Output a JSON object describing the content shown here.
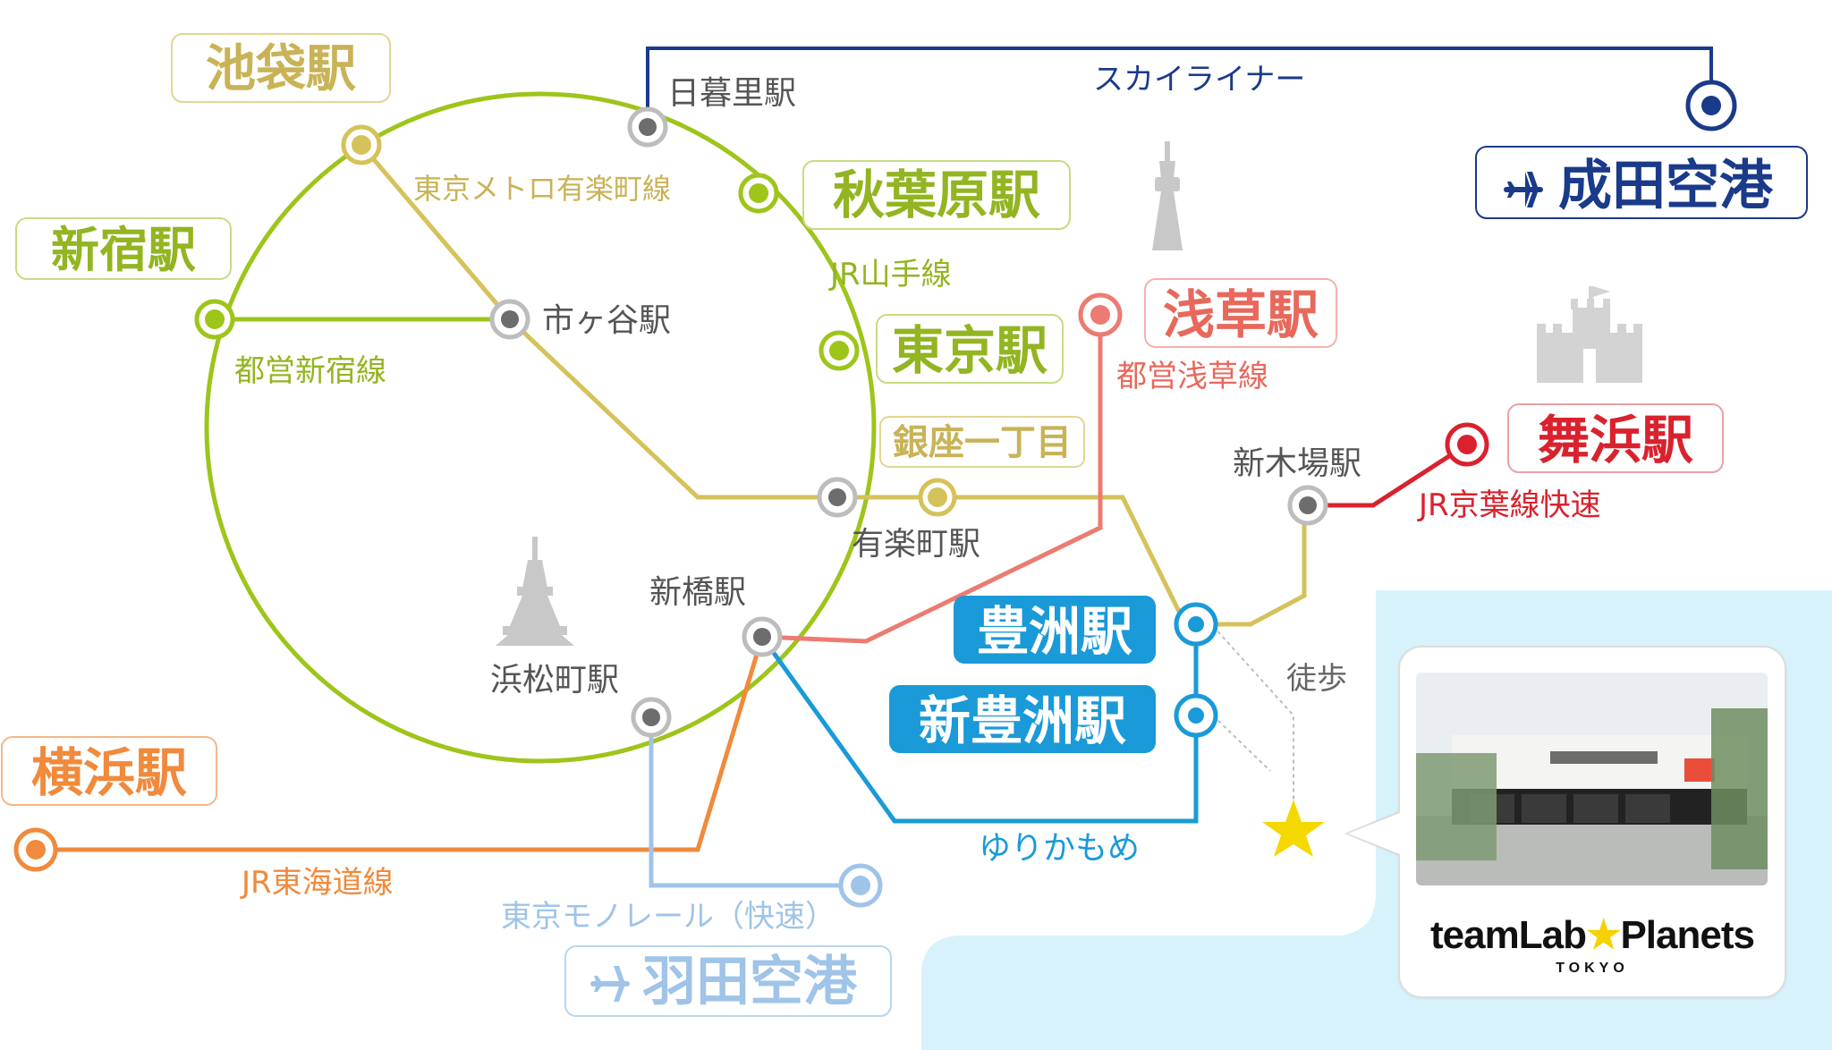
{
  "colors": {
    "yamanote": "#9dc51a",
    "yurakucho": "#d5c25a",
    "shinjuku": "#9dc51a",
    "asakusa": "#ec7b71",
    "tokaido": "#f08a3c",
    "yurikamome": "#1a9ad8",
    "monorail": "#9fc4e8",
    "skyliner": "#1a3a8a",
    "keiyo": "#d9222e",
    "walk": "#bdbdbd",
    "water": "#d7f2fa"
  },
  "stations": {
    "ikebukuro": "池袋駅",
    "shinjuku": "新宿駅",
    "akihabara": "秋葉原駅",
    "tokyo": "東京駅",
    "nippori": "日暮里駅",
    "ichigaya": "市ヶ谷駅",
    "ginza_itchome": "銀座一丁目",
    "yurakucho": "有楽町駅",
    "shimbashi": "新橋駅",
    "hamamatsucho": "浜松町駅",
    "asakusa": "浅草駅",
    "shin_kiba": "新木場駅",
    "maihama": "舞浜駅",
    "toyosu": "豊洲駅",
    "shin_toyosu": "新豊洲駅",
    "yokohama": "横浜駅",
    "narita": "成田空港",
    "haneda": "羽田空港"
  },
  "lines": {
    "yurakucho": "東京メトロ有楽町線",
    "yamanote": "JR山手線",
    "shinjuku": "都営新宿線",
    "asakusa": "都営浅草線",
    "keiyo": "JR京葉線快速",
    "skyliner": "スカイライナー",
    "tokaido": "JR東海道線",
    "monorail": "東京モノレール（快速）",
    "yurikamome": "ゆりかもめ",
    "walk": "徒歩"
  },
  "landmarks": {
    "skytree": "skytree-icon",
    "tokyo_tower": "tokyo-tower-icon",
    "castle": "castle-icon",
    "airplane": "airplane-icon",
    "destination": "star-icon"
  },
  "card": {
    "brand_pre": "teamLab",
    "brand_star": "★",
    "brand_post": "Planets",
    "brand_sub": "TOKYO"
  }
}
